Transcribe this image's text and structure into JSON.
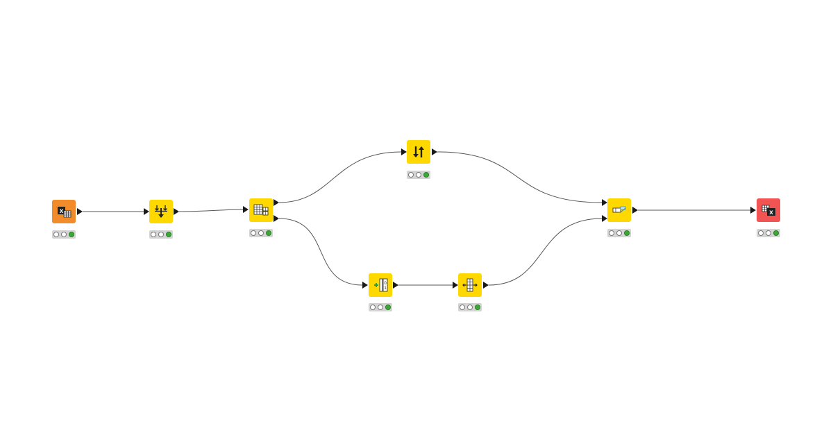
{
  "canvas": {
    "background": "#ffffff",
    "connection_color": "#555555"
  },
  "nodes": [
    {
      "id": "excel-reader",
      "icon": "excel-reader-icon",
      "color": "#f28c2b",
      "status": "executed"
    },
    {
      "id": "row-filter",
      "icon": "row-filter-icon",
      "color": "#ffd800",
      "status": "executed"
    },
    {
      "id": "splitter",
      "icon": "splitter-icon",
      "color": "#ffd800",
      "status": "executed"
    },
    {
      "id": "sorter",
      "icon": "sorter-icon",
      "color": "#ffd800",
      "status": "executed"
    },
    {
      "id": "column-appender",
      "icon": "column-appender-icon",
      "color": "#ffd800",
      "status": "executed"
    },
    {
      "id": "column-resorter",
      "icon": "column-resorter-icon",
      "color": "#ffd800",
      "status": "executed"
    },
    {
      "id": "joiner",
      "icon": "joiner-icon",
      "color": "#ffd800",
      "status": "executed"
    },
    {
      "id": "excel-writer",
      "icon": "excel-writer-icon",
      "color": "#f25353",
      "status": "executed"
    }
  ],
  "status_colors": {
    "executed": "#3aaa35",
    "idle": "#ffffff"
  }
}
